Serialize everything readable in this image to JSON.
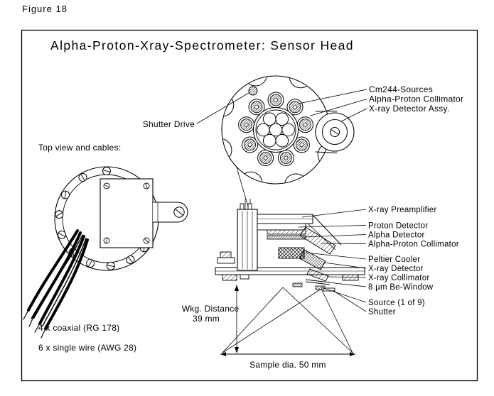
{
  "figure_label": "Figure 18",
  "panel": {
    "title": "Alpha-Proton-Xray-Spectrometer: Sensor Head"
  },
  "front_view": {
    "shutter_drive": "Shutter Drive",
    "callouts": [
      "Cm244-Sources",
      "Alpha-Proton Collimator",
      "X-ray Detector Assy."
    ]
  },
  "top_view": {
    "caption": "Top view and cables:",
    "cable_notes": [
      "4 x coaxial (RG 178)",
      "6 x single wire (AWG 28)"
    ]
  },
  "cross_section": {
    "callouts": [
      "X-ray Preamplifier",
      "Proton Detector",
      "Alpha Detector",
      "Alpha-Proton Collimator",
      "Peltier Cooler",
      "X-ray Detector",
      "X-ray Collimator",
      "8 µm Be-Window",
      "Source (1 of 9)",
      "Shutter"
    ],
    "working_distance": {
      "label": "Wkg. Distance",
      "value": "39 mm"
    },
    "sample_note": "Sample dia. 50 mm"
  },
  "colors": {
    "ink": "#000000",
    "paper": "#ffffff"
  }
}
